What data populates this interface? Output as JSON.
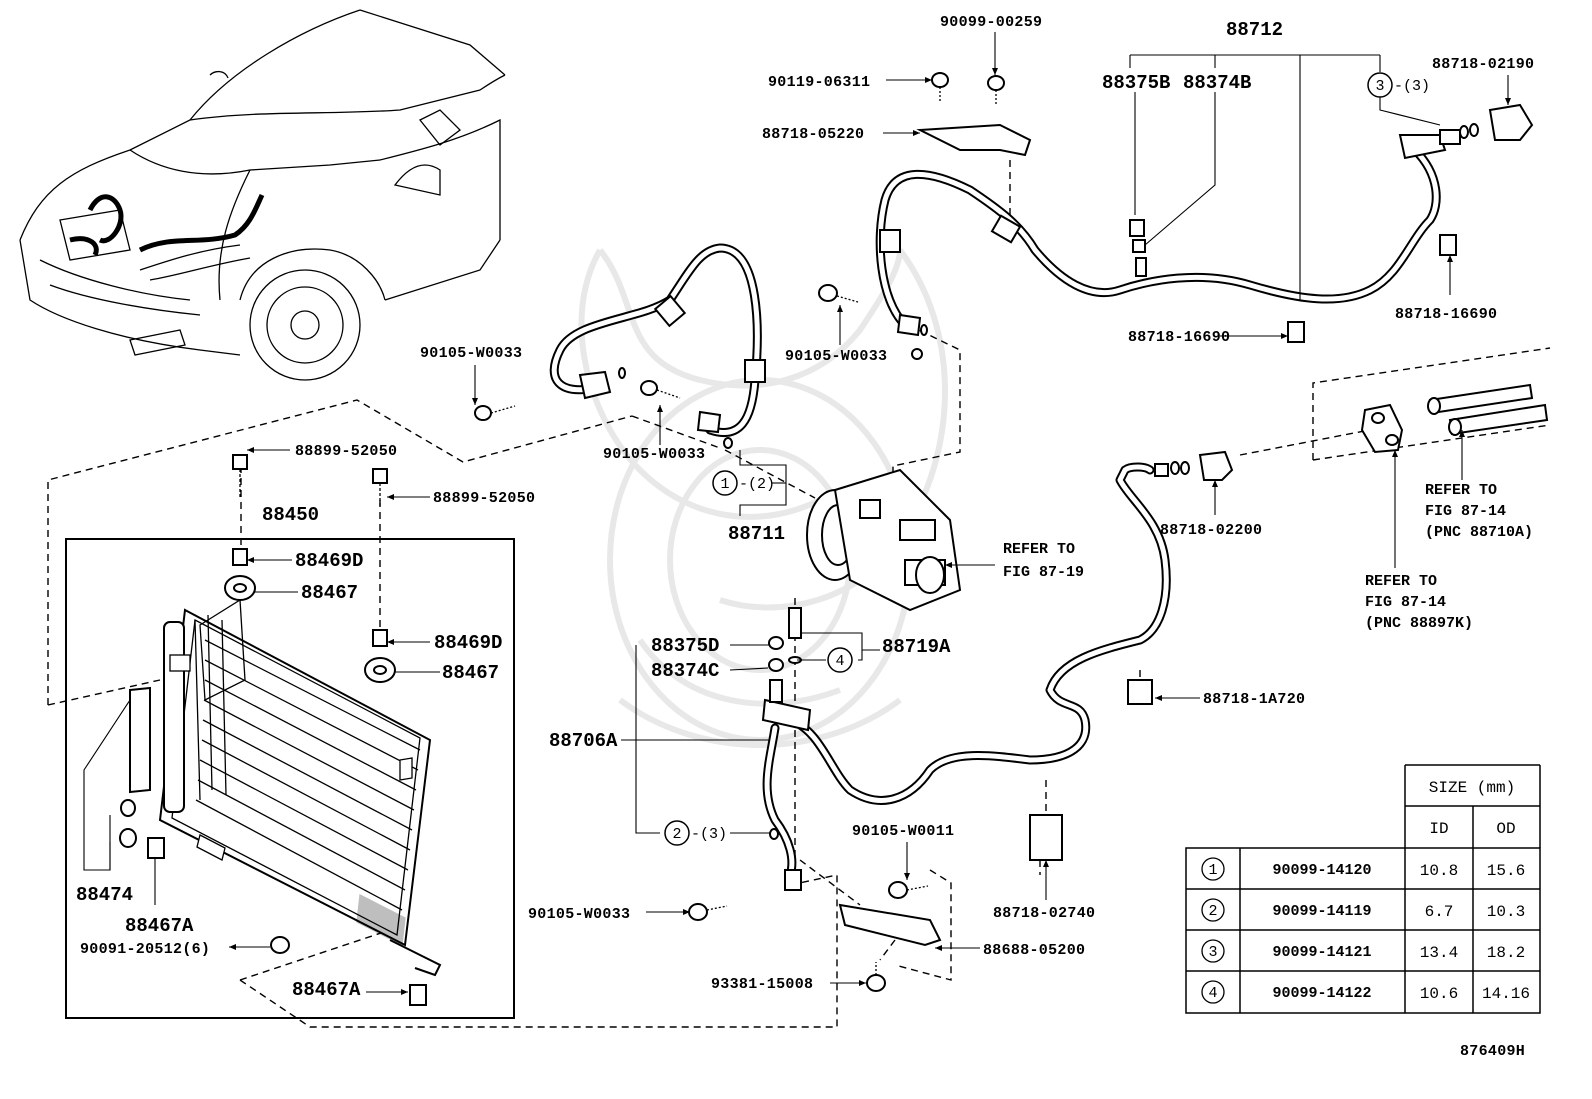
{
  "labels": {
    "p90099_00259": "90099-00259",
    "p88712": "88712",
    "p90119_06311": "90119-06311",
    "p88375B": "88375B",
    "p88374B": "88374B",
    "c3_top": "3",
    "c3_top_qty": "-(3)",
    "p88718_02190": "88718-02190",
    "p88718_05220": "88718-05220",
    "p88718_16690_right": "88718-16690",
    "p88718_16690_mid": "88718-16690",
    "p90105_W0033_a": "90105-W0033",
    "p90105_W0033_b": "90105-W0033",
    "p90105_W0033_c": "90105-W0033",
    "p90105_W0033_d": "90105-W0033",
    "c1": "1",
    "c1_qty": "-(2)",
    "p88711": "88711",
    "p88899_52050_a": "88899-52050",
    "p88899_52050_b": "88899-52050",
    "p88450": "88450",
    "p88469D_a": "88469D",
    "p88469D_b": "88469D",
    "p88467_a": "88467",
    "p88467_b": "88467",
    "p88474": "88474",
    "p88467A_a": "88467A",
    "p88467A_b": "88467A",
    "p90091_20512": "90091-20512(6)",
    "p88718_02200": "88718-02200",
    "refer_87_19_l1": "REFER TO",
    "refer_87_19_l2": "FIG 87-19",
    "refer_88710A_l1": "REFER TO",
    "refer_88710A_l2": "FIG 87-14",
    "refer_88710A_l3": "(PNC 88710A)",
    "refer_88897K_l1": "REFER TO",
    "refer_88897K_l2": "FIG 87-14",
    "refer_88897K_l3": "(PNC 88897K)",
    "p88375D": "88375D",
    "p88374C": "88374C",
    "p88719A": "88719A",
    "c4": "4",
    "p88706A": "88706A",
    "p88718_1A720": "88718-1A720",
    "c2": "2",
    "c2_qty": "-(3)",
    "p90105_W0011": "90105-W0011",
    "p88718_02740": "88718-02740",
    "p88688_05200": "88688-05200",
    "p93381_15008": "93381-15008",
    "diagram_id": "876409H"
  },
  "size_table": {
    "header": "SIZE (mm)",
    "col_id": "ID",
    "col_od": "OD",
    "rows": [
      {
        "num": "1",
        "part": "90099-14120",
        "id": "10.8",
        "od": "15.6"
      },
      {
        "num": "2",
        "part": "90099-14119",
        "id": "6.7",
        "od": "10.3"
      },
      {
        "num": "3",
        "part": "90099-14121",
        "id": "13.4",
        "od": "18.2"
      },
      {
        "num": "4",
        "part": "90099-14122",
        "id": "10.6",
        "od": "14.16"
      }
    ]
  }
}
